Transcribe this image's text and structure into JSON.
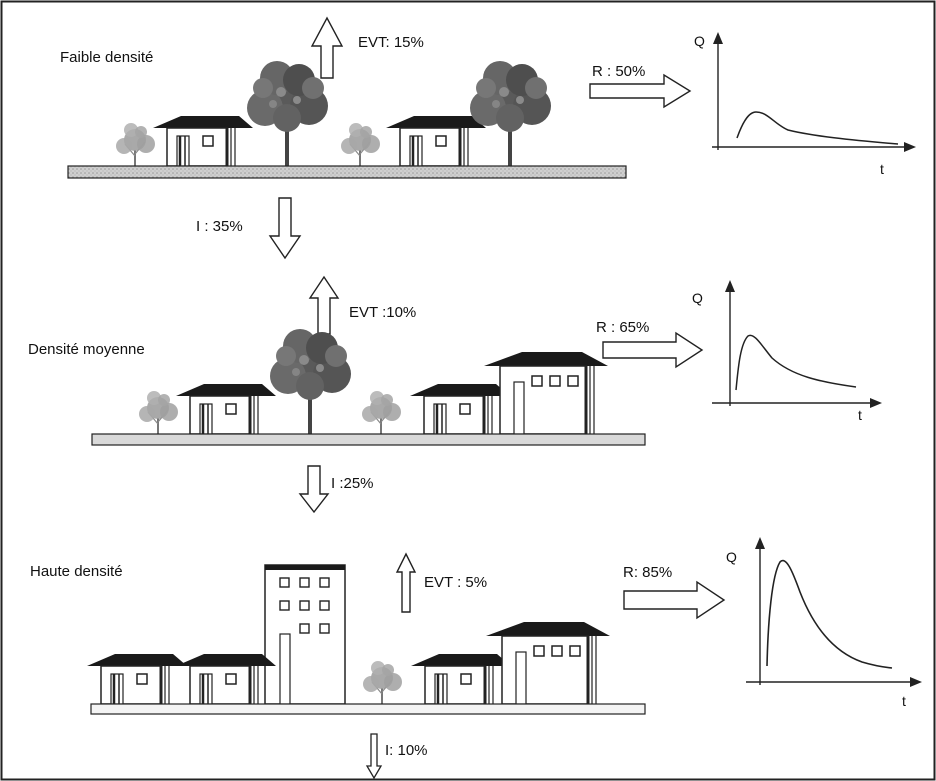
{
  "scenarios": [
    {
      "label": "Faible densité",
      "evt": "EVT: 15%",
      "runoff": "R : 50%",
      "infiltration": "I : 35%",
      "graph": {
        "y_axis": "Q",
        "x_axis": "t"
      }
    },
    {
      "label": "Densité moyenne",
      "evt": "EVT :10%",
      "runoff": "R : 65%",
      "infiltration": "I :25%",
      "graph": {
        "y_axis": "Q",
        "x_axis": "t"
      }
    },
    {
      "label": "Haute densité",
      "evt": "EVT : 5%",
      "runoff": "R: 85%",
      "infiltration": "I: 10%",
      "graph": {
        "y_axis": "Q",
        "x_axis": "t"
      }
    }
  ],
  "colors": {
    "stroke": "#222222",
    "ground_fill": "#d9d9d9",
    "tree_dark": "#5a5a5a",
    "tree_light": "#9a9a9a",
    "roof": "#1a1a1a"
  }
}
